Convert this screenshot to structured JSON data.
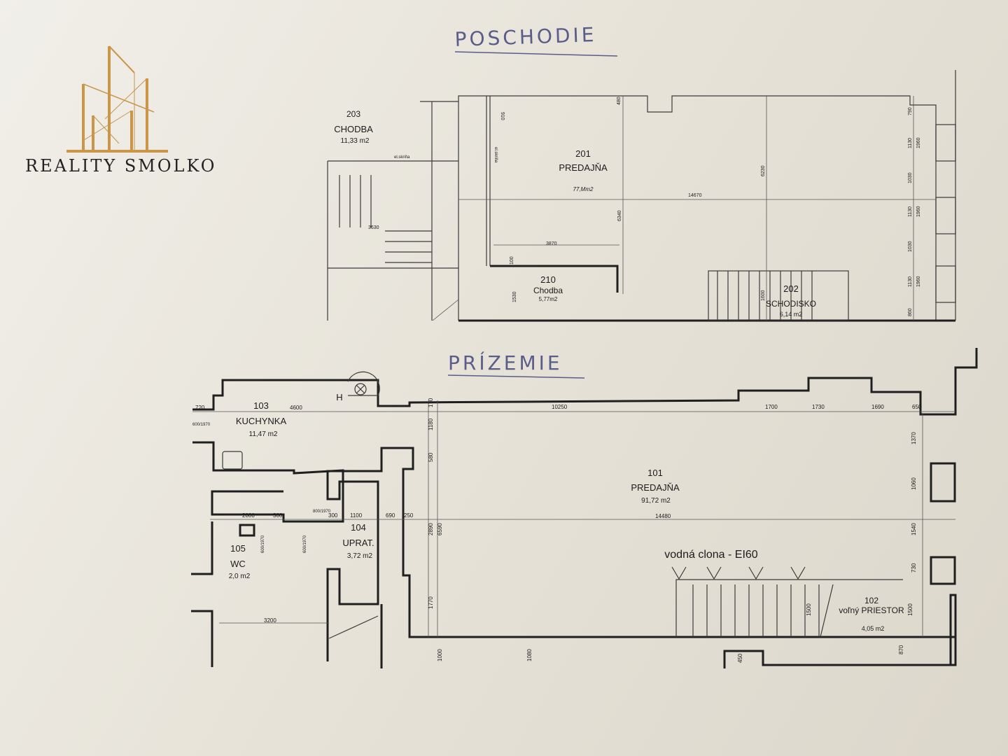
{
  "logo": {
    "text": "REALITY SMOLKO",
    "color": "#c9964a"
  },
  "upper_floor": {
    "heading": "POSCHODIE",
    "rooms": [
      {
        "number": "203",
        "name": "CHODBA",
        "area": "11,33 m2"
      },
      {
        "number": "201",
        "name": "PREDAJŇA",
        "area": "77,Mm2"
      },
      {
        "number": "210",
        "name": "Chodba",
        "area": "5,77m2"
      },
      {
        "number": "202",
        "name": "SCHODISKO",
        "area": "6,14 m2"
      }
    ],
    "dimensions": [
      "910",
      "480",
      "14670",
      "6230",
      "6340",
      "3870",
      "100",
      "1530",
      "1600",
      "790",
      "1130",
      "1030",
      "1130",
      "1030",
      "1130",
      "860",
      "1960",
      "1960",
      "1960",
      "3630"
    ],
    "notes": [
      "el.skriňa",
      "el.skriňa"
    ]
  },
  "ground_floor": {
    "heading": "PRÍZEMIE",
    "rooms": [
      {
        "number": "103",
        "name": "KUCHYNKA",
        "area": "11,47 m2"
      },
      {
        "number": "105",
        "name": "WC",
        "area": "2,0 m2"
      },
      {
        "number": "104",
        "name": "UPRAT.",
        "area": "3,72 m2"
      },
      {
        "number": "101",
        "name": "PREDAJŇA",
        "area": "91,72 m2"
      },
      {
        "number": "102",
        "name": "voľný PRIESTOR",
        "area": "4,05 m2"
      }
    ],
    "note": "vodná clona - EI60",
    "hydrant": "H",
    "dimensions": [
      "720",
      "4600",
      "2000",
      "300",
      "300",
      "1100",
      "690",
      "250",
      "3200",
      "10250",
      "1700",
      "1730",
      "1690",
      "650",
      "1370",
      "1060",
      "1540",
      "730",
      "1500",
      "1500",
      "14480",
      "1180",
      "580",
      "2890",
      "6590",
      "1770",
      "1000",
      "1080",
      "450",
      "870",
      "170"
    ],
    "door_sizes": [
      "600/1970",
      "800/1970",
      "600/1970",
      "600/1970"
    ]
  }
}
